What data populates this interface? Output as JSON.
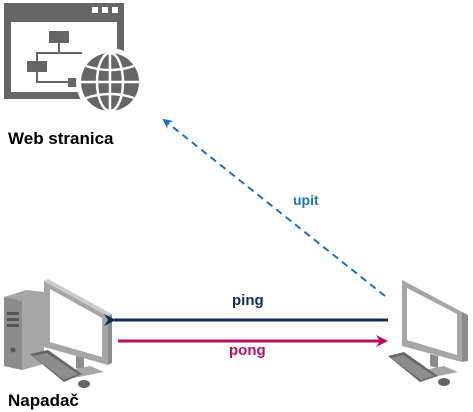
{
  "nodes": {
    "web": {
      "label": "Web stranica",
      "icon": "web-page-globe-icon"
    },
    "attacker": {
      "label": "Napadač",
      "icon": "desktop-computer-icon"
    },
    "victim": {
      "label": "",
      "icon": "desktop-computer-icon"
    }
  },
  "edges": {
    "upit": {
      "label": "upit",
      "color": "#1a72c4",
      "style": "dashed"
    },
    "ping": {
      "label": "ping",
      "color": "#0d2f56",
      "style": "solid"
    },
    "pong": {
      "label": "pong",
      "color": "#b80f62",
      "style": "solid"
    }
  },
  "colors": {
    "icon_gray": "#666666",
    "icon_light": "#a6a6a6"
  }
}
